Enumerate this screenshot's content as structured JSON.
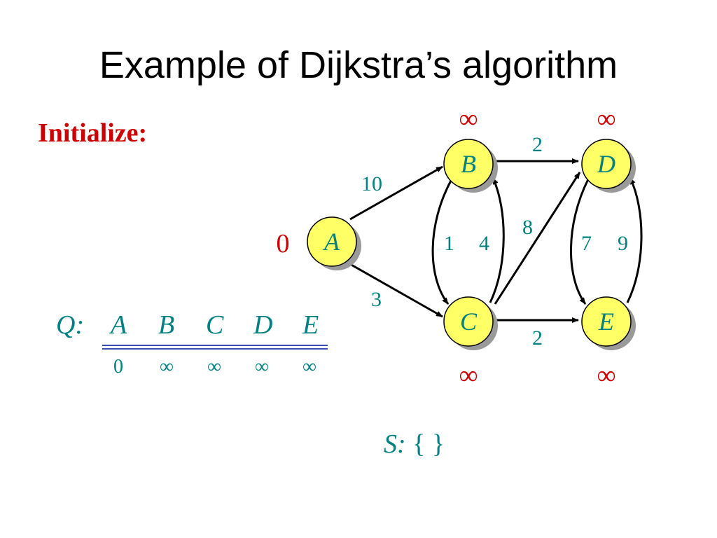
{
  "title": "Example of Dijkstra’s algorithm",
  "step_label": "Initialize:",
  "queue": {
    "label": "Q:",
    "nodes": [
      "A",
      "B",
      "C",
      "D",
      "E"
    ],
    "distances": [
      "0",
      "∞",
      "∞",
      "∞",
      "∞"
    ]
  },
  "settled": {
    "label": "S:",
    "value": "{ }"
  },
  "graph": {
    "nodes": [
      {
        "id": "A",
        "distance": "0"
      },
      {
        "id": "B",
        "distance": "∞"
      },
      {
        "id": "C",
        "distance": "∞"
      },
      {
        "id": "D",
        "distance": "∞"
      },
      {
        "id": "E",
        "distance": "∞"
      }
    ],
    "edges": [
      {
        "from": "A",
        "to": "B",
        "weight": "10"
      },
      {
        "from": "A",
        "to": "C",
        "weight": "3"
      },
      {
        "from": "B",
        "to": "C",
        "weight": "1"
      },
      {
        "from": "C",
        "to": "B",
        "weight": "4"
      },
      {
        "from": "B",
        "to": "D",
        "weight": "2"
      },
      {
        "from": "C",
        "to": "D",
        "weight": "8"
      },
      {
        "from": "C",
        "to": "E",
        "weight": "2"
      },
      {
        "from": "D",
        "to": "E",
        "weight": "7"
      },
      {
        "from": "E",
        "to": "D",
        "weight": "9"
      }
    ]
  },
  "colors": {
    "node_fill": "#ffff66",
    "node_shadow": "#9a9a9a",
    "distance_text": "#cc0000",
    "label_text": "#008080",
    "title_text": "#000000",
    "step_label": "#cc0000",
    "rule": "#3b4fb0"
  }
}
